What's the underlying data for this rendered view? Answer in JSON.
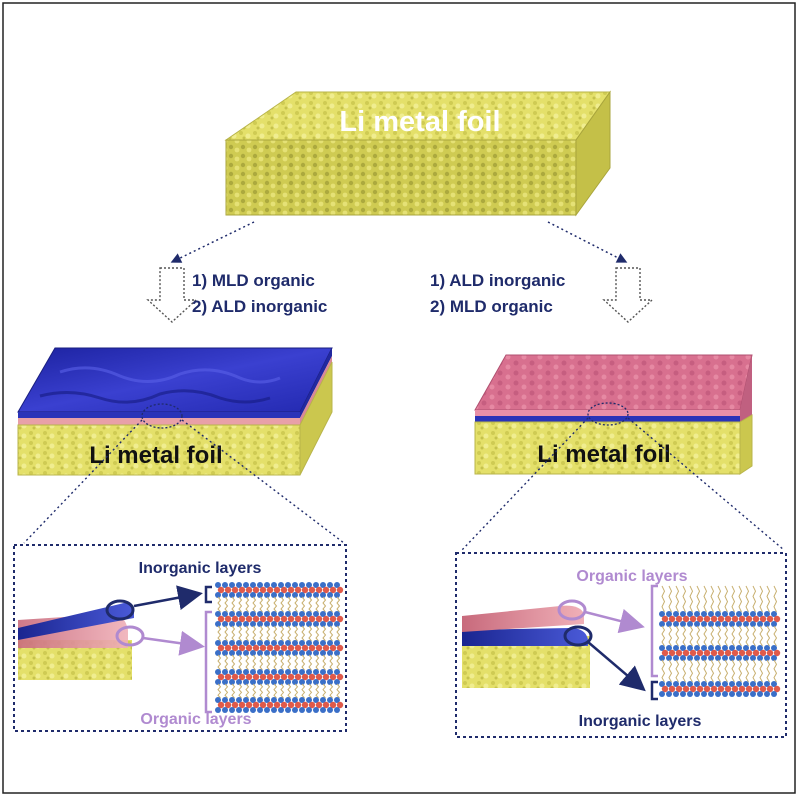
{
  "top_block": {
    "label": "Li metal foil",
    "color": "#d8d56a"
  },
  "left_route": {
    "steps": [
      "1) MLD organic",
      "2) ALD inorganic"
    ]
  },
  "right_route": {
    "steps": [
      "1) ALD inorganic",
      "2) MLD organic"
    ]
  },
  "left_product": {
    "label": "Li metal foil",
    "inset_top_label": "Inorganic layers",
    "inset_bottom_label": "Organic layers",
    "top_color": "#2b2fb0"
  },
  "right_product": {
    "label": "Li metal foil",
    "inset_top_label": "Organic layers",
    "inset_bottom_label": "Inorganic layers",
    "top_color": "#d86a90"
  },
  "colors": {
    "inorganic_text": "#1f2b6b",
    "organic_text": "#b08ad0",
    "foil": "#e6e36e",
    "inorganic_layer": "#2b2fb0",
    "organic_layer": "#e08aa0",
    "atom_red": "#e05a4a",
    "atom_blue": "#3a6fc8"
  }
}
